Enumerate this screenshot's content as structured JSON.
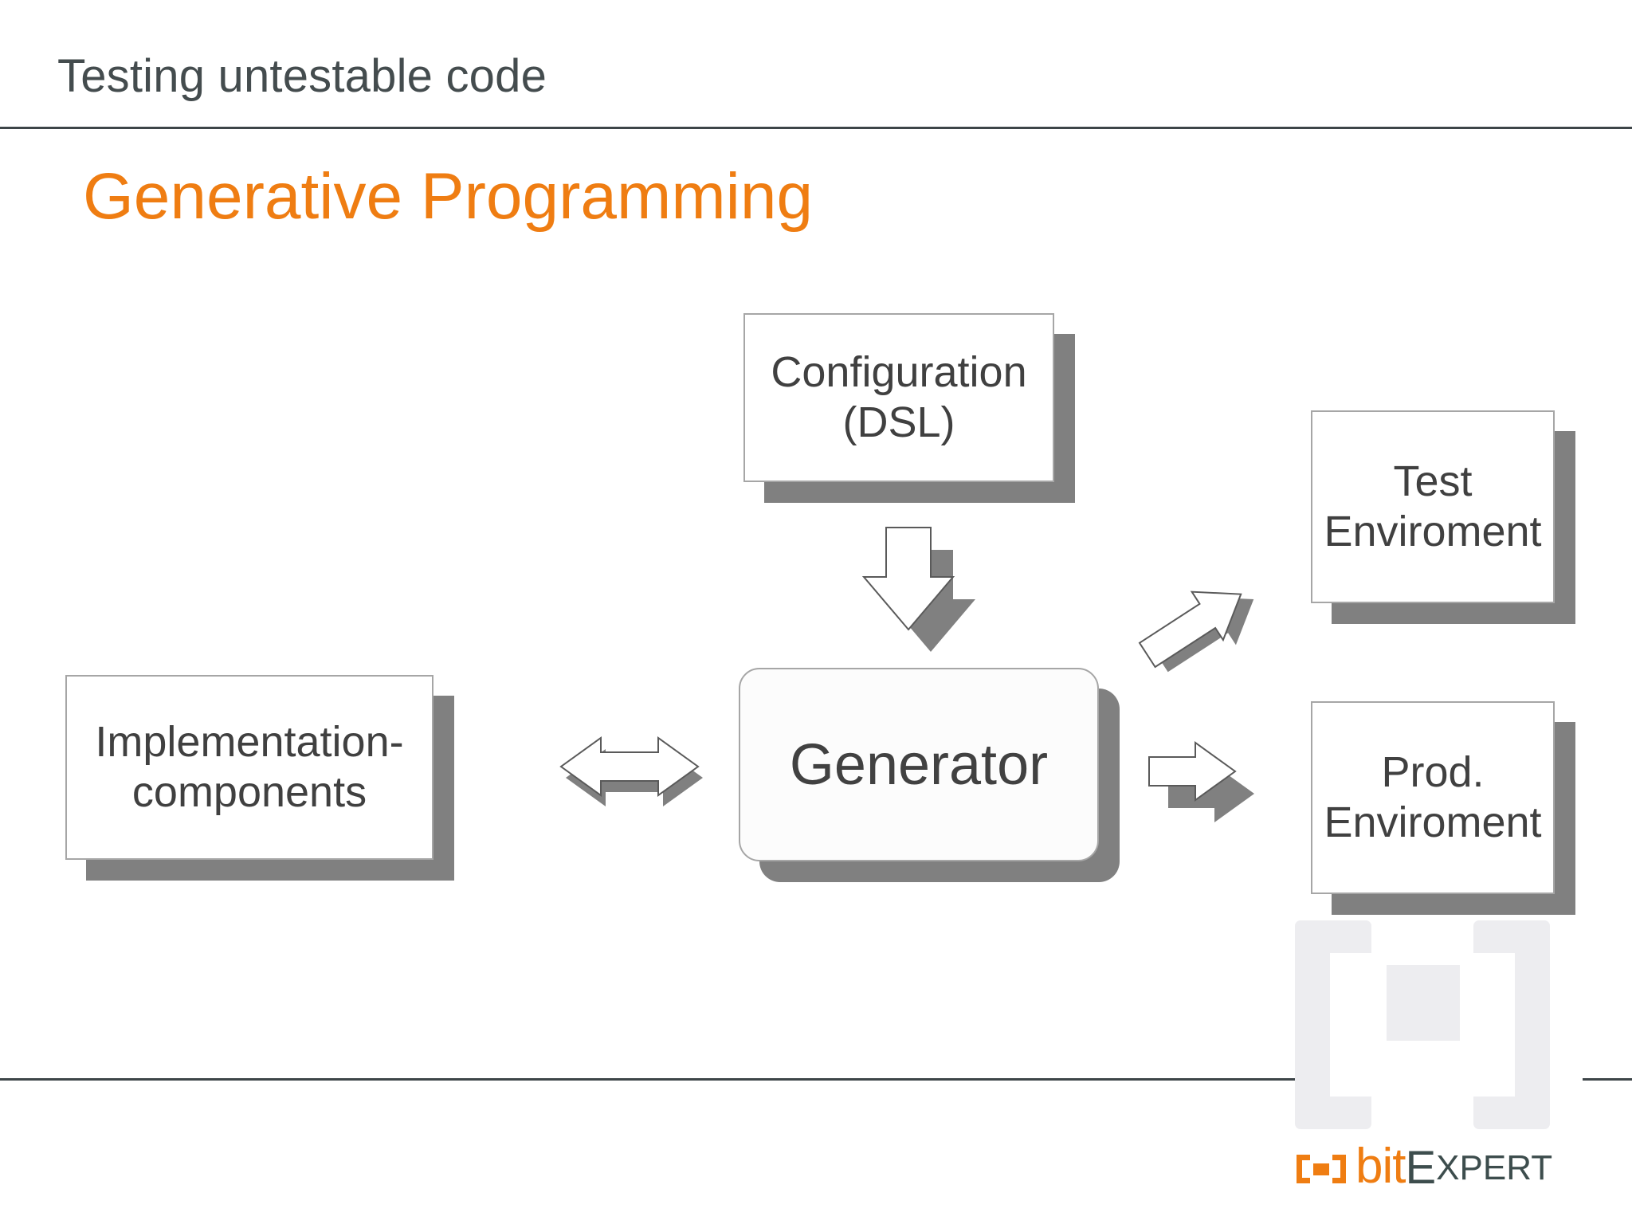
{
  "slide": {
    "header": "Testing untestable code",
    "title": "Generative Programming",
    "accent_color": "#ef7d12",
    "text_color": "#404040",
    "rule_color": "#3d4548",
    "shadow_color": "#808080"
  },
  "diagram": {
    "boxes": [
      {
        "id": "configuration",
        "line1": "Configuration",
        "line2": "(DSL)",
        "shape": "rectangle"
      },
      {
        "id": "implementation",
        "line1": "Implementation-",
        "line2": "components",
        "shape": "rectangle"
      },
      {
        "id": "generator",
        "line1": "Generator",
        "line2": "",
        "shape": "rounded-rectangle"
      },
      {
        "id": "test_env",
        "line1": "Test",
        "line2": "Enviroment",
        "shape": "rectangle"
      },
      {
        "id": "prod_env",
        "line1": "Prod.",
        "line2": "Enviroment",
        "shape": "rectangle"
      }
    ],
    "arrows": [
      {
        "id": "config_to_generator",
        "direction": "down",
        "from": "configuration",
        "to": "generator"
      },
      {
        "id": "impl_to_generator",
        "direction": "bidirectional-horizontal",
        "from": "implementation",
        "to": "generator"
      },
      {
        "id": "generator_to_test",
        "direction": "up-right-diagonal",
        "from": "generator",
        "to": "test_env"
      },
      {
        "id": "generator_to_prod",
        "direction": "right",
        "from": "generator",
        "to": "prod_env"
      }
    ]
  },
  "logo": {
    "bit": "bit",
    "e": "E",
    "xpert": "XPERT",
    "bit_color": "#ef7d12",
    "expert_color": "#3d4d4d",
    "watermark_color": "#ededf0"
  }
}
